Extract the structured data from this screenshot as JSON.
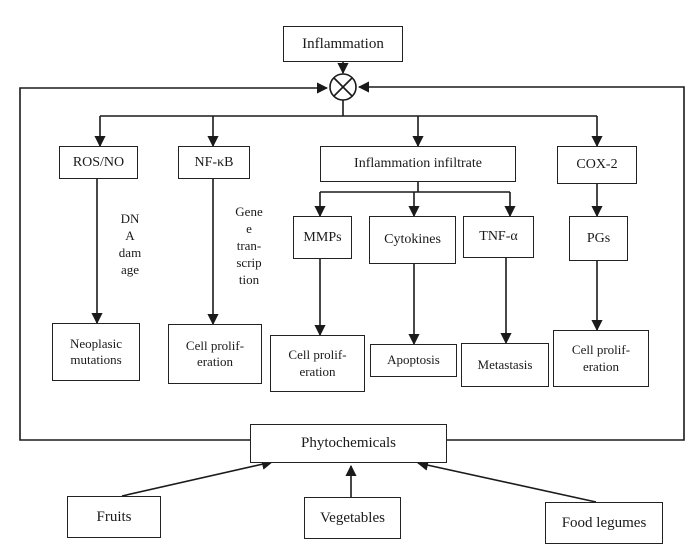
{
  "nodes": {
    "inflammation": "Inflammation",
    "ros_no": "ROS/NO",
    "nf_kb": "NF-κB",
    "inflammation_infiltrate": "Inflammation infiltrate",
    "cox2": "COX-2",
    "mmps": "MMPs",
    "cytokines": "Cytokines",
    "tnf_a": "TNF-α",
    "pgs": "PGs",
    "neoplasic_line1": "Neoplasic",
    "neoplasic_line2": "mutations",
    "cellprolif_a_line1": "Cell prolif-",
    "cellprolif_a_line2": "eration",
    "cellprolif_b_line1": "Cell prolif-",
    "cellprolif_b_line2": "eration",
    "apoptosis": "Apoptosis",
    "metastasis": "Metastasis",
    "cellprolif_c_line1": "Cell prolif-",
    "cellprolif_c_line2": "eration",
    "phytochemicals": "Phytochemicals",
    "fruits": "Fruits",
    "vegetables": "Vegetables",
    "food_legumes": "Food legumes"
  },
  "edge_labels": {
    "dna_damage": [
      "DN",
      "A",
      "dam",
      "age"
    ],
    "gene_transcription": [
      "Gene",
      "e",
      "tran-",
      "scrip",
      "tion"
    ]
  },
  "symbols": {
    "junction": "⊗"
  }
}
